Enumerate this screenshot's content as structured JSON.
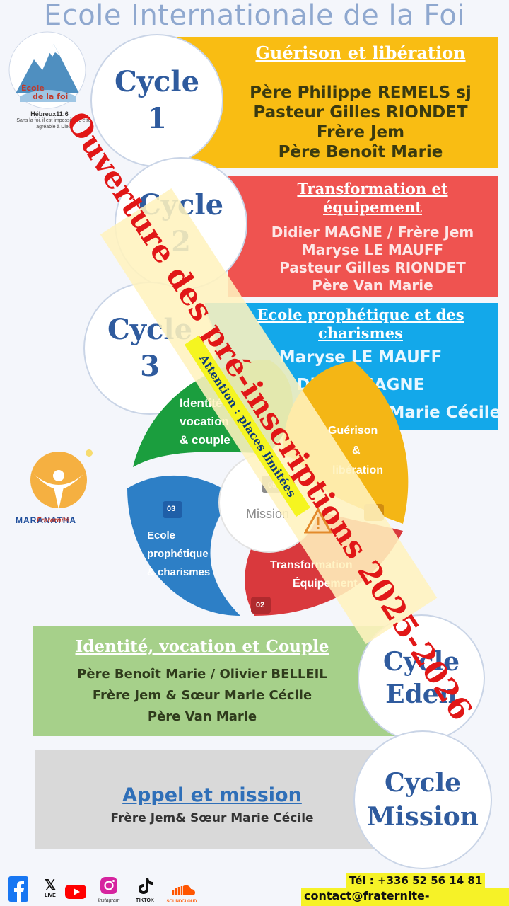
{
  "header": {
    "title": "Ecole Internationale de la Foi"
  },
  "logo": {
    "text_line1": "École",
    "text_line2": "de la foi",
    "verse_ref": "Hébreux11:6",
    "verse_text": "Sans la foi, il est impossible d'être agréable à Dieu"
  },
  "cycles": [
    {
      "circle": [
        "Cycle",
        "1"
      ],
      "title": "Guérison et libération",
      "lines": [
        "Père Philippe REMELS sj",
        "Pasteur Gilles RIONDET",
        "Frère Jem",
        "Père Benoît Marie"
      ],
      "color": "#f9bd13"
    },
    {
      "circle": [
        "Cycle",
        "2"
      ],
      "title_lines": [
        "Transformation et",
        "équipement"
      ],
      "lines": [
        "Didier MAGNE / Frère Jem",
        "Maryse LE MAUFF",
        "Pasteur Gilles RIONDET",
        "Père Van Marie"
      ],
      "color": "#ef5350"
    },
    {
      "circle": [
        "Cycle",
        "3"
      ],
      "title_lines": [
        "Ecole prophétique et des",
        "charismes"
      ],
      "lines": [
        "Maryse LE MAUFF",
        "Didier MAGNE",
        "Frère Jem & Sœur Marie Cécile"
      ],
      "color": "#13a8ea"
    }
  ],
  "wheel": {
    "segments": [
      {
        "label": [
          "Identité",
          "vocation",
          "& couple"
        ],
        "color": "#1b9e3e"
      },
      {
        "label": [
          "Guérison",
          "&",
          "libération"
        ],
        "color": "#f4b615"
      },
      {
        "label": [
          "Transformation",
          "Équipement"
        ],
        "number": "02",
        "color": "#d9393d"
      },
      {
        "label": [
          "Ecole",
          "prophétique",
          "& charismes"
        ],
        "number": "03",
        "color": "#2d7fc6"
      }
    ],
    "center_label": "Mission",
    "center_number": "05"
  },
  "maranatha": {
    "word": "MARANATHA",
    "subtitle": "Fraternité"
  },
  "eden": {
    "title": "Identité, vocation et Couple",
    "lines": [
      "Père Benoît Marie / Olivier BELLEIL",
      "Frère Jem & Sœur Marie Cécile",
      "Père Van Marie"
    ],
    "circle": [
      "Cycle",
      "Eden"
    ],
    "color": "#a6d08a"
  },
  "mission": {
    "title": "Appel et mission",
    "lines": [
      "Frère Jem& Sœur Marie Cécile"
    ],
    "circle": [
      "Cycle",
      "Mission"
    ],
    "color": "#d9d9d9"
  },
  "banner": {
    "text": "Ouverture des pré-inscriptions 2025-2026",
    "attention": "Attention : places limitées"
  },
  "social": [
    {
      "icon": "facebook-icon",
      "label": ""
    },
    {
      "icon": "x-icon",
      "label": "LIVE"
    },
    {
      "icon": "youtube-icon",
      "label": ""
    },
    {
      "icon": "instagram-icon",
      "label": "Instagram"
    },
    {
      "icon": "tiktok-icon",
      "label": "TIKTOK"
    },
    {
      "icon": "soundcloud-icon",
      "label": "SOUNDCLOUD"
    }
  ],
  "contact": {
    "phone": "Tél : +336 52 56 14 81",
    "email": "contact@fraternite-maranatha.com"
  }
}
